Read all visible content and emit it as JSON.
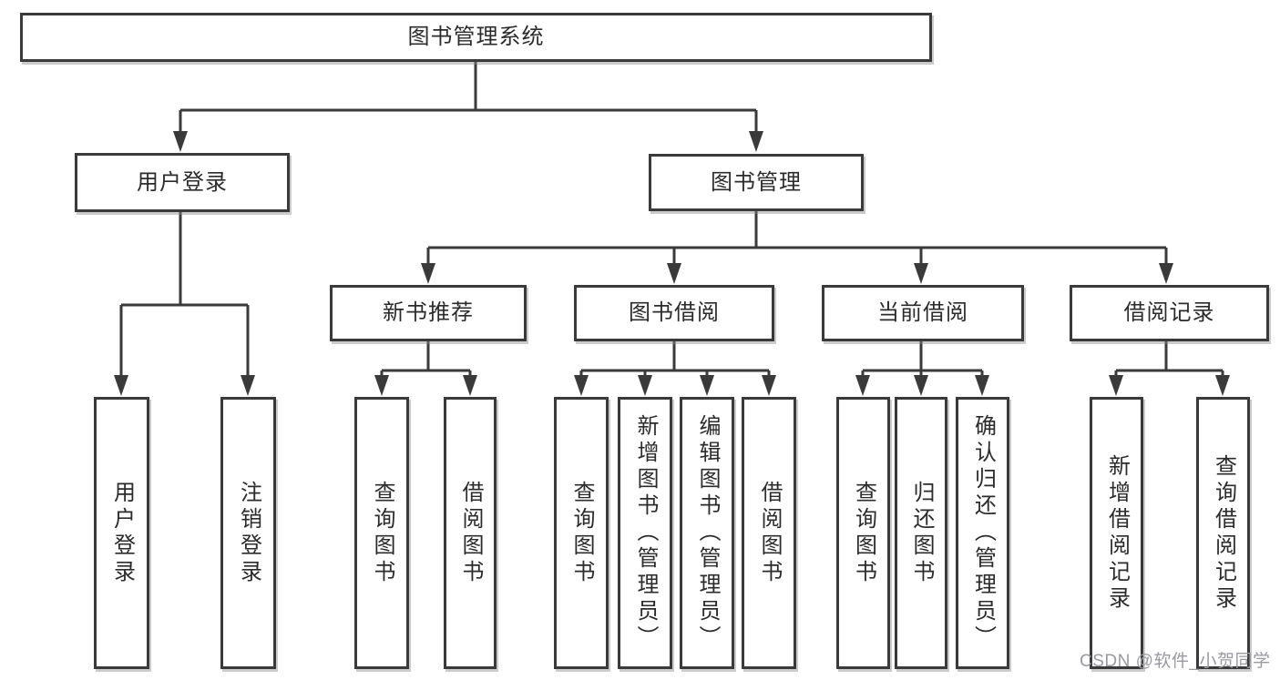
{
  "diagram": {
    "title": "图书管理系统",
    "branches": [
      {
        "label": "用户登录",
        "children": [
          {
            "label": "用户登录"
          },
          {
            "label": "注销登录"
          }
        ]
      },
      {
        "label": "图书管理",
        "children": [
          {
            "label": "新书推荐",
            "children": [
              {
                "label": "查询图书"
              },
              {
                "label": "借阅图书"
              }
            ]
          },
          {
            "label": "图书借阅",
            "children": [
              {
                "label": "查询图书"
              },
              {
                "label": "新增图书（管理员）"
              },
              {
                "label": "编辑图书（管理员）"
              },
              {
                "label": "借阅图书"
              }
            ]
          },
          {
            "label": "当前借阅",
            "children": [
              {
                "label": "查询图书"
              },
              {
                "label": "归还图书"
              },
              {
                "label": "确认归还（管理员）"
              }
            ]
          },
          {
            "label": "借阅记录",
            "children": [
              {
                "label": "新增借阅记录"
              },
              {
                "label": "查询借阅记录"
              }
            ]
          }
        ]
      }
    ]
  },
  "watermark": {
    "text": "CSDN @软件_小贺同学"
  },
  "colors": {
    "line": "#3a3a3a",
    "box_border": "#3a3a3a",
    "box_bg": "#ffffff",
    "text": "#2b2b2b",
    "watermark": "#989aa0",
    "background": "#ffffff"
  }
}
